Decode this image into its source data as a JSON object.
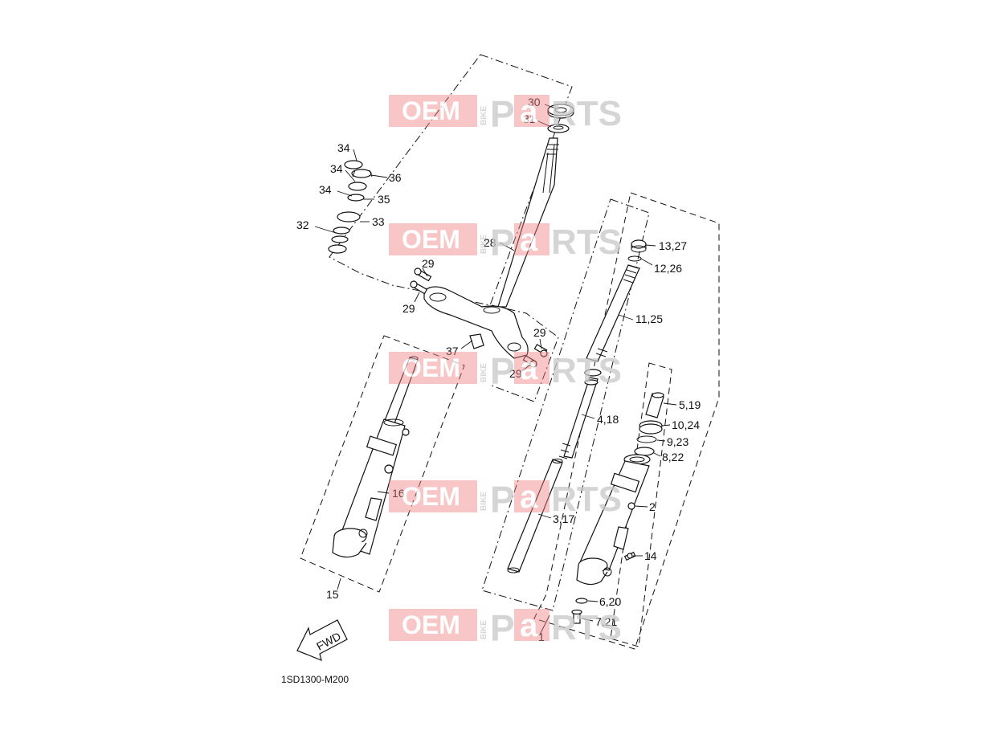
{
  "diagram": {
    "code": "1SD1300-M200",
    "fwd_label": "FWD",
    "callouts": {
      "c30": "30",
      "c31": "31",
      "c28": "28",
      "c34a": "34",
      "c34b": "34",
      "c34c": "34",
      "c36": "36",
      "c35": "35",
      "c33": "33",
      "c32": "32",
      "c29a": "29",
      "c29b": "29",
      "c29c": "29",
      "c29d": "29",
      "c37": "37",
      "c16": "16",
      "c15": "15",
      "c13": "13,27",
      "c12": "12,26",
      "c11": "11,25",
      "c4": "4,18",
      "c3": "3,17",
      "c1": "1",
      "c5": "5,19",
      "c10": "10,24",
      "c9": "9,23",
      "c8": "8,22",
      "c2": "2",
      "c14": "14",
      "c6": "6,20",
      "c7": "7,21"
    }
  },
  "watermark": {
    "oem": "OEM",
    "bike": "BIKE",
    "parts_p": "P",
    "parts_a": "a",
    "parts_rest": "RTS",
    "colors": {
      "box": "#f08080",
      "gray": "#c8c8c8"
    }
  }
}
